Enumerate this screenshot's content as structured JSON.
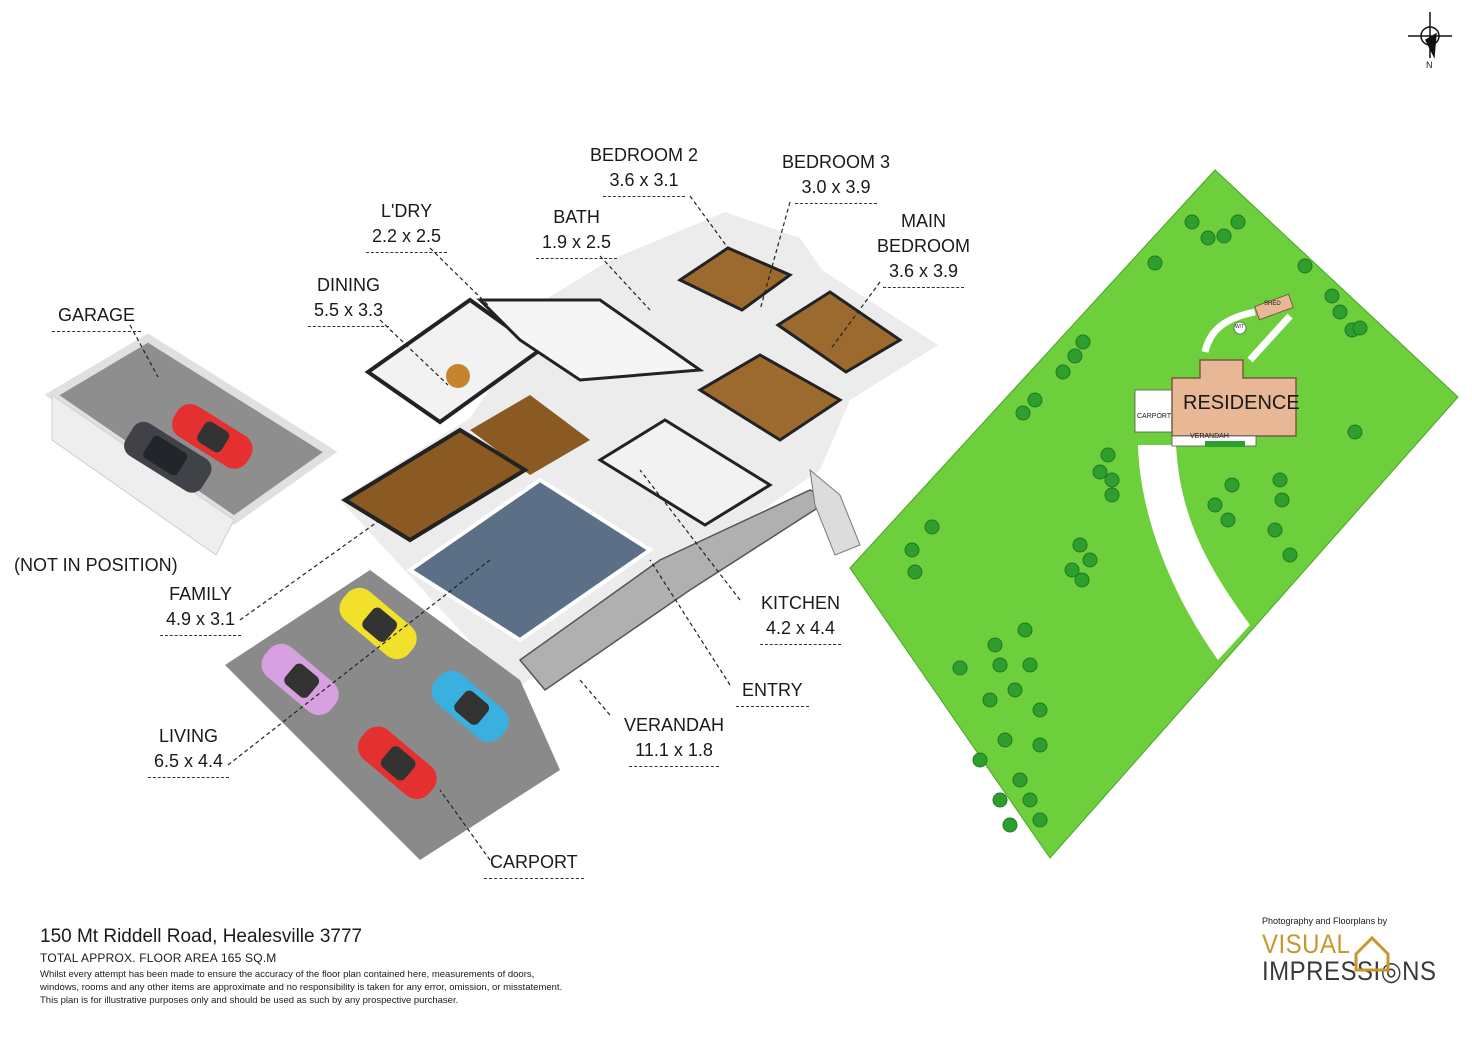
{
  "rooms": {
    "bedroom2": {
      "name": "BEDROOM 2",
      "dim": "3.6 x 3.1"
    },
    "bedroom3": {
      "name": "BEDROOM 3",
      "dim": "3.0 x 3.9"
    },
    "main_bedroom": {
      "name_line1": "MAIN",
      "name_line2": "BEDROOM",
      "dim": "3.6 x 3.9"
    },
    "laundry": {
      "name": "L'DRY",
      "dim": "2.2 x 2.5"
    },
    "bath": {
      "name": "BATH",
      "dim": "1.9 x 2.5"
    },
    "dining": {
      "name": "DINING",
      "dim": "5.5 x 3.3"
    },
    "garage": {
      "name": "GARAGE",
      "note": "(NOT IN POSITION)"
    },
    "family": {
      "name": "FAMILY",
      "dim": "4.9 x 3.1"
    },
    "kitchen": {
      "name": "KITCHEN",
      "dim": "4.2 x 4.4"
    },
    "entry": {
      "name": "ENTRY"
    },
    "verandah": {
      "name": "VERANDAH",
      "dim": "11.1 x 1.8"
    },
    "living": {
      "name": "LIVING",
      "dim": "6.5 x 4.4"
    },
    "carport": {
      "name": "CARPORT"
    }
  },
  "site_plan": {
    "residence": "RESIDENCE",
    "carport": "CARPORT",
    "verandah": "VERANDAH",
    "shed": "SHED",
    "wt": "W/T"
  },
  "compass": {
    "north": "N"
  },
  "footer": {
    "address": "150 Mt Riddell Road, Healesville 3777",
    "floor_area": "TOTAL APPROX. FLOOR AREA 165 SQ.M",
    "disclaimer_1": "Whilst every attempt has been made to ensure the accuracy of the floor plan contained here, measurements of doors,",
    "disclaimer_2": "windows, rooms and any other items are approximate and no responsibility is taken for any error, omission, or misstatement.",
    "disclaimer_3": "This plan is for illustrative purposes only and should be used as such by any prospective purchaser."
  },
  "branding": {
    "credit": "Photography and Floorplans by",
    "brand_line1": "VISUAL",
    "brand_line2": "IMPRESSI◎NS"
  },
  "colors": {
    "lawn": "#6ecf3c",
    "tree": "#2e9e2e",
    "residence": "#e8b896",
    "wood_floor": "#8a5a22",
    "tile_blue": "#5b6f86",
    "car_red": "#e53030",
    "car_yellow": "#f2e12a",
    "car_pink": "#d7a0e0",
    "car_blue": "#3ab0e0",
    "brand_gold": "#c9962b"
  }
}
